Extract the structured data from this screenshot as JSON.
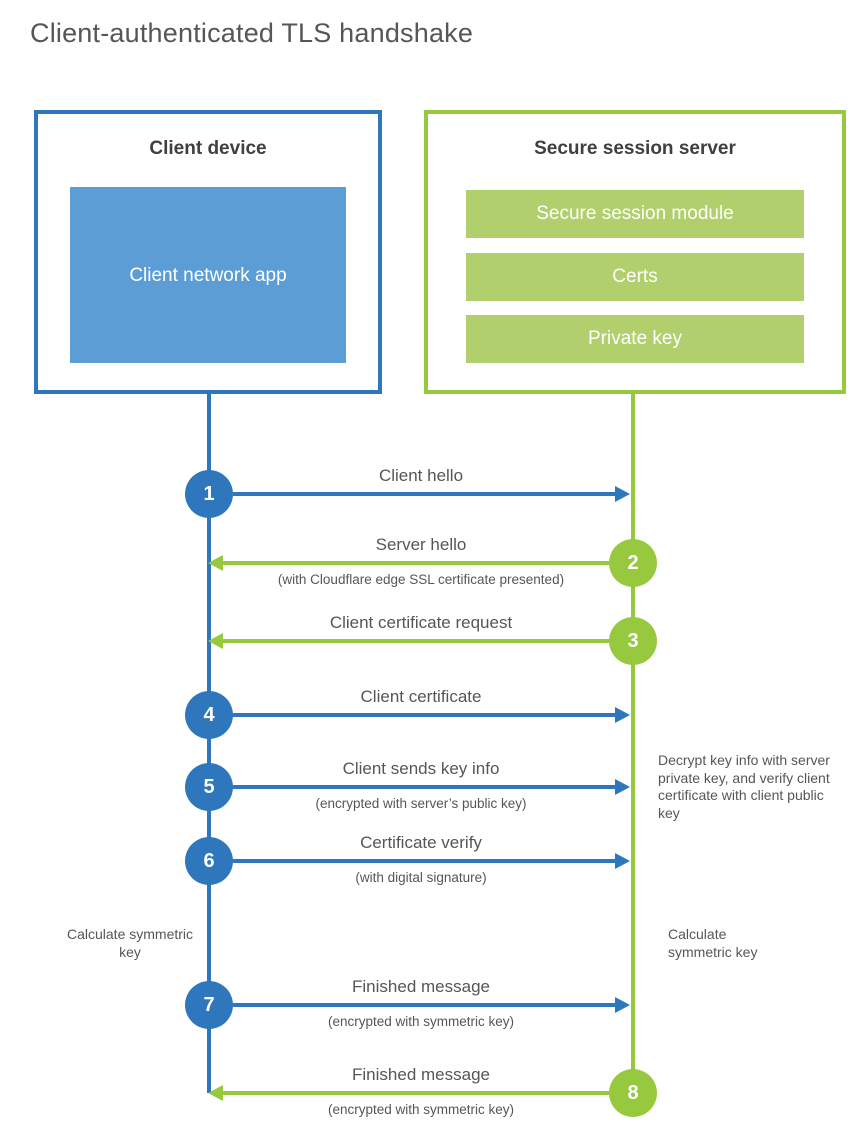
{
  "title": "Client-authenticated TLS handshake",
  "colors": {
    "blue": "#2E77BC",
    "blue_fill": "#5D9DD5",
    "green": "#97C93E",
    "green_fill": "#B2CF6E",
    "text": "#54565A",
    "heading": "#3E3F42"
  },
  "client_box": {
    "title": "Client device",
    "app_label": "Client network app"
  },
  "server_box": {
    "title": "Secure session server",
    "modules": [
      "Secure session module",
      "Certs",
      "Private key"
    ]
  },
  "messages": [
    {
      "num": "1",
      "from": "client",
      "label": "Client hello",
      "sub": ""
    },
    {
      "num": "2",
      "from": "server",
      "label": "Server hello",
      "sub": "(with Cloudflare edge SSL certificate presented)"
    },
    {
      "num": "3",
      "from": "server",
      "label": "Client certificate request",
      "sub": ""
    },
    {
      "num": "4",
      "from": "client",
      "label": "Client certificate",
      "sub": ""
    },
    {
      "num": "5",
      "from": "client",
      "label": "Client sends key info",
      "sub": "(encrypted with server’s public key)"
    },
    {
      "num": "6",
      "from": "client",
      "label": "Certificate verify",
      "sub": "(with digital signature)"
    },
    {
      "num": "7",
      "from": "client",
      "label": "Finished message",
      "sub": "(encrypted with symmetric key)"
    },
    {
      "num": "8",
      "from": "server",
      "label": "Finished message",
      "sub": "(encrypted with symmetric key)"
    }
  ],
  "notes": {
    "decrypt": "Decrypt key info with server private key, and verify client certificate with client public key",
    "calc_left": "Calculate symmetric key",
    "calc_right": "Calculate symmetric key"
  }
}
